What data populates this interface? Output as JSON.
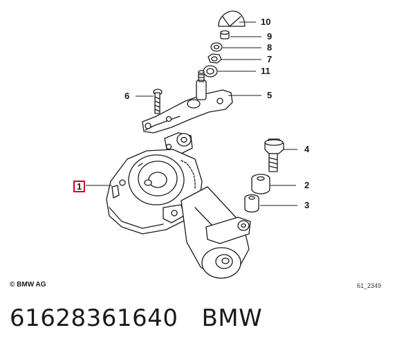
{
  "callouts": {
    "c1": "1",
    "c2": "2",
    "c3": "3",
    "c4": "4",
    "c5": "5",
    "c6": "6",
    "c7": "7",
    "c8": "8",
    "c9": "9",
    "c10": "10",
    "c11": "11"
  },
  "highlight_color": "#d0021b",
  "copyright": "© BMW AG",
  "drawing_id": "61_2349",
  "caption": {
    "part_number": "61628361640",
    "brand": "BMW"
  }
}
